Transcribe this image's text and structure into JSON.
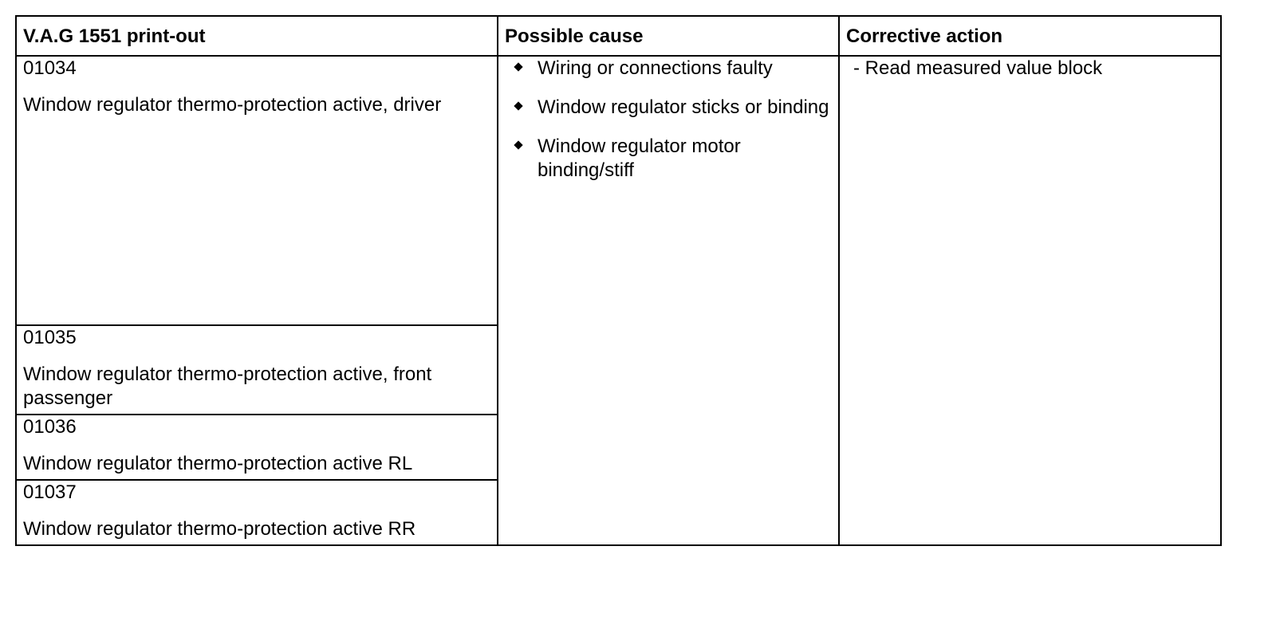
{
  "table": {
    "headers": [
      "V.A.G 1551 print-out",
      "Possible cause",
      "Corrective action"
    ],
    "rows": [
      {
        "code": "01034",
        "description": "Window regulator thermo-protection active, driver"
      },
      {
        "code": "01035",
        "description": "Window regulator thermo-protection active, front passenger"
      },
      {
        "code": "01036",
        "description": "Window regulator thermo-protection active RL"
      },
      {
        "code": "01037",
        "description": "Window regulator thermo-protection active RR"
      }
    ],
    "possible_causes": [
      "Wiring or connections faulty",
      "Window regulator sticks or binding",
      "Window regulator motor binding/stiff"
    ],
    "corrective_action": "- Read measured value block"
  }
}
